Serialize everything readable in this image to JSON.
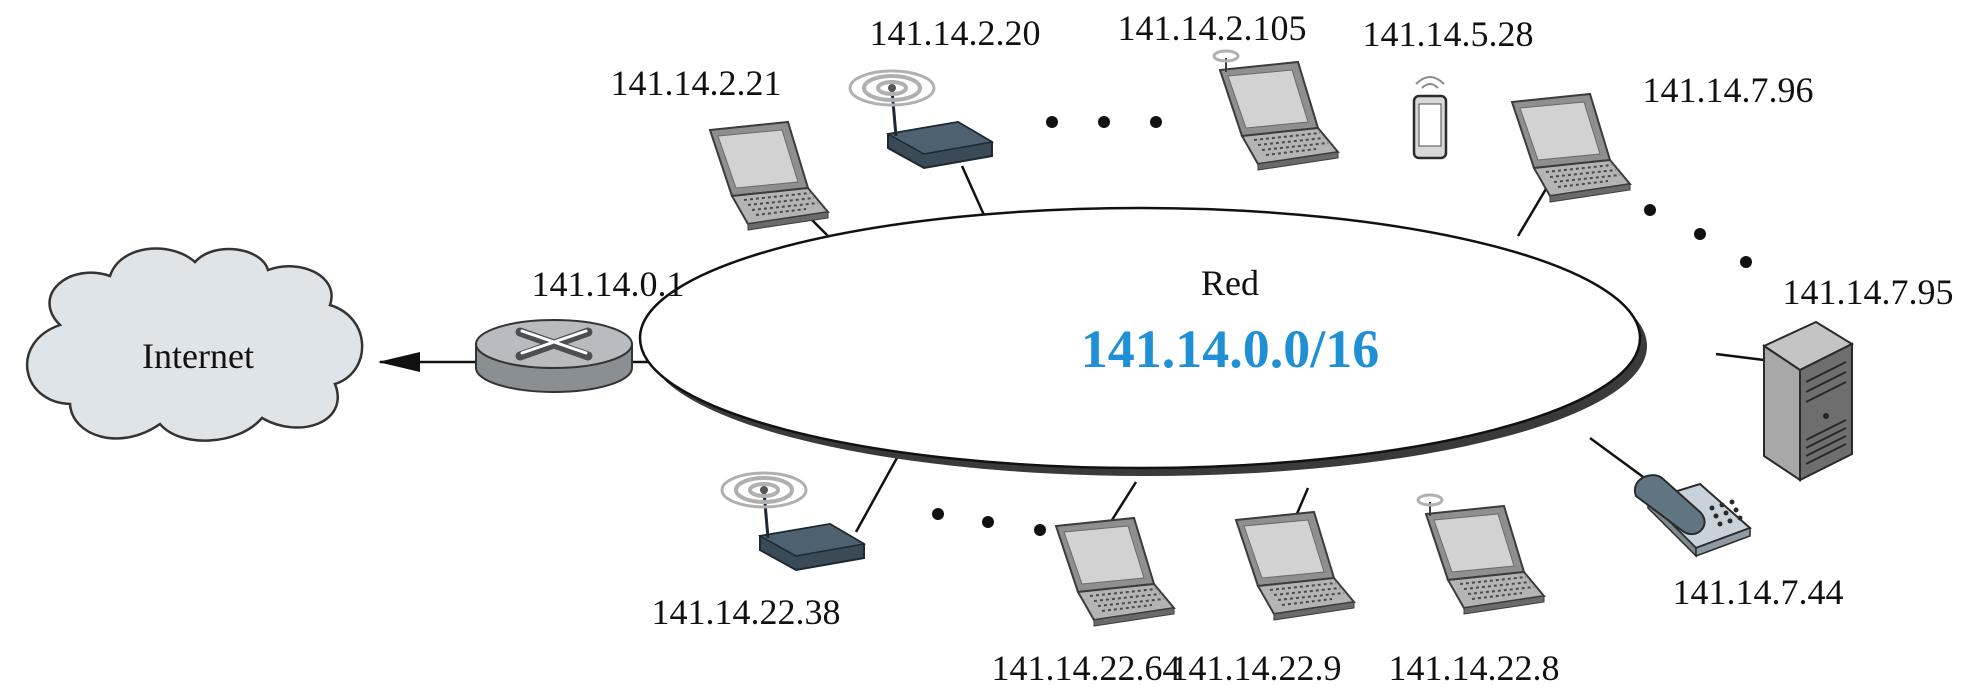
{
  "network": {
    "name": "Red",
    "address": "141.14.0.0/16",
    "address_color": "#1f8fd6"
  },
  "internet": {
    "label": "Internet"
  },
  "router": {
    "address": "141.14.0.1"
  },
  "hosts": {
    "laptop_2_21": "141.14.2.21",
    "ap_2_20": "141.14.2.20",
    "laptop_2_105": "141.14.2.105",
    "phone_5_28": "141.14.5.28",
    "laptop_7_96": "141.14.7.96",
    "server_7_95": "141.14.7.95",
    "phone_7_44": "141.14.7.44",
    "laptop_22_8": "141.14.22.8",
    "laptop_22_9": "141.14.22.9",
    "laptop_22_64": "141.14.22.64",
    "ap_22_38": "141.14.22.38"
  },
  "icons": {
    "cloud": "cloud-icon",
    "router": "router-icon",
    "laptop": "laptop-icon",
    "access_point": "wireless-access-point-icon",
    "smartphone": "smartphone-icon",
    "server": "server-tower-icon",
    "telephone": "desk-telephone-icon"
  }
}
